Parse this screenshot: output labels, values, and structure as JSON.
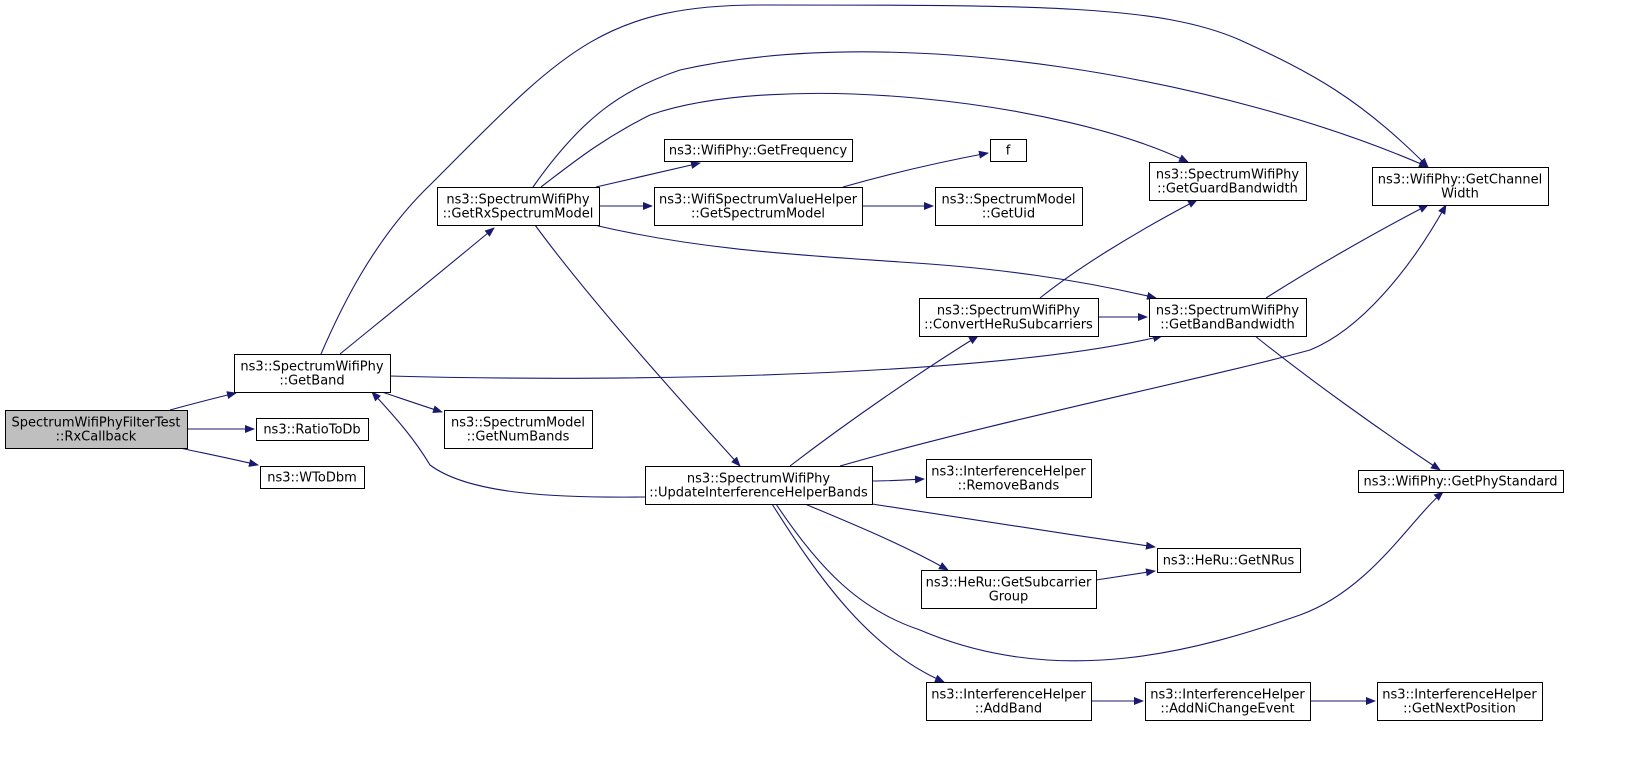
{
  "graph": {
    "type": "call-graph",
    "nodes": [
      {
        "id": "root",
        "lines": [
          "SpectrumWifiPhyFilterTest",
          "::RxCallback"
        ],
        "highlight": true
      },
      {
        "id": "getband",
        "lines": [
          "ns3::SpectrumWifiPhy",
          "::GetBand"
        ]
      },
      {
        "id": "ratiotodb",
        "lines": [
          "ns3::RatioToDb"
        ]
      },
      {
        "id": "wtodbm",
        "lines": [
          "ns3::WToDbm"
        ]
      },
      {
        "id": "getrxspectrum",
        "lines": [
          "ns3::SpectrumWifiPhy",
          "::GetRxSpectrumModel"
        ]
      },
      {
        "id": "getnumbands",
        "lines": [
          "ns3::SpectrumModel",
          "::GetNumBands"
        ]
      },
      {
        "id": "updateinterference",
        "lines": [
          "ns3::SpectrumWifiPhy",
          "::UpdateInterferenceHelperBands"
        ]
      },
      {
        "id": "getfrequency",
        "lines": [
          "ns3::WifiPhy::GetFrequency"
        ]
      },
      {
        "id": "getspectrummodel",
        "lines": [
          "ns3::WifiSpectrumValueHelper",
          "::GetSpectrumModel"
        ]
      },
      {
        "id": "f",
        "lines": [
          "f"
        ]
      },
      {
        "id": "getuid",
        "lines": [
          "ns3::SpectrumModel",
          "::GetUid"
        ]
      },
      {
        "id": "convertheru",
        "lines": [
          "ns3::SpectrumWifiPhy",
          "::ConvertHeRuSubcarriers"
        ]
      },
      {
        "id": "removebands",
        "lines": [
          "ns3::InterferenceHelper",
          "::RemoveBands"
        ]
      },
      {
        "id": "getsubcarriergroup",
        "lines": [
          "ns3::HeRu::GetSubcarrier",
          "Group"
        ]
      },
      {
        "id": "addband",
        "lines": [
          "ns3::InterferenceHelper",
          "::AddBand"
        ]
      },
      {
        "id": "getguardbandwidth",
        "lines": [
          "ns3::SpectrumWifiPhy",
          "::GetGuardBandwidth"
        ]
      },
      {
        "id": "getbandbandwidth",
        "lines": [
          "ns3::SpectrumWifiPhy",
          "::GetBandBandwidth"
        ]
      },
      {
        "id": "getnrus",
        "lines": [
          "ns3::HeRu::GetNRus"
        ]
      },
      {
        "id": "addnichange",
        "lines": [
          "ns3::InterferenceHelper",
          "::AddNiChangeEvent"
        ]
      },
      {
        "id": "getchannelwidth",
        "lines": [
          "ns3::WifiPhy::GetChannel",
          "Width"
        ]
      },
      {
        "id": "getphystandard",
        "lines": [
          "ns3::WifiPhy::GetPhyStandard"
        ]
      },
      {
        "id": "getnextposition",
        "lines": [
          "ns3::InterferenceHelper",
          "::GetNextPosition"
        ]
      }
    ],
    "edges": [
      {
        "from": "root",
        "to": "getband"
      },
      {
        "from": "root",
        "to": "ratiotodb"
      },
      {
        "from": "root",
        "to": "wtodbm"
      },
      {
        "from": "getband",
        "to": "getrxspectrum"
      },
      {
        "from": "getband",
        "to": "getnumbands"
      },
      {
        "from": "getband",
        "to": "getbandbandwidth"
      },
      {
        "from": "getband",
        "to": "getchannelwidth"
      },
      {
        "from": "getrxspectrum",
        "to": "getfrequency"
      },
      {
        "from": "getrxspectrum",
        "to": "getspectrummodel"
      },
      {
        "from": "getrxspectrum",
        "to": "getguardbandwidth"
      },
      {
        "from": "getrxspectrum",
        "to": "getchannelwidth"
      },
      {
        "from": "getrxspectrum",
        "to": "getbandbandwidth"
      },
      {
        "from": "getrxspectrum",
        "to": "updateinterference"
      },
      {
        "from": "getspectrummodel",
        "to": "f"
      },
      {
        "from": "getspectrummodel",
        "to": "getuid"
      },
      {
        "from": "updateinterference",
        "to": "getband"
      },
      {
        "from": "updateinterference",
        "to": "convertheru"
      },
      {
        "from": "updateinterference",
        "to": "removebands"
      },
      {
        "from": "updateinterference",
        "to": "getnrus"
      },
      {
        "from": "updateinterference",
        "to": "getsubcarriergroup"
      },
      {
        "from": "updateinterference",
        "to": "addband"
      },
      {
        "from": "updateinterference",
        "to": "getchannelwidth"
      },
      {
        "from": "updateinterference",
        "to": "getphystandard"
      },
      {
        "from": "convertheru",
        "to": "getguardbandwidth"
      },
      {
        "from": "convertheru",
        "to": "getbandbandwidth"
      },
      {
        "from": "getbandbandwidth",
        "to": "getchannelwidth"
      },
      {
        "from": "getbandbandwidth",
        "to": "getphystandard"
      },
      {
        "from": "getsubcarriergroup",
        "to": "getnrus"
      },
      {
        "from": "addband",
        "to": "addnichange"
      },
      {
        "from": "addnichange",
        "to": "getnextposition"
      }
    ],
    "colors": {
      "edge": "#191970",
      "node_border": "#000000",
      "node_fill": "#ffffff",
      "root_fill": "#bfbfbf",
      "text": "#000000"
    }
  }
}
